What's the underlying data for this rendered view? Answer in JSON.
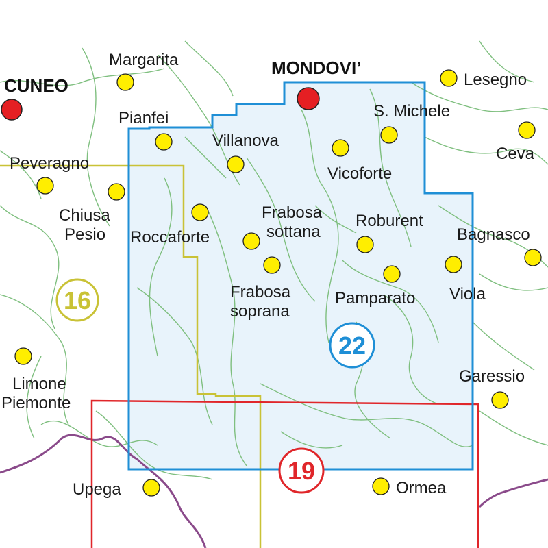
{
  "map": {
    "colors": {
      "background": "#ffffff",
      "terrain": "#e8f3fb",
      "roads": "#7fbf7f",
      "border": "#8a4a8a",
      "sheet_16": "#c9c236",
      "sheet_19": "#e0262a",
      "sheet_22": "#1f8fd6",
      "town_fill": "#ffee00",
      "city_fill": "#e51f23"
    },
    "cities": [
      {
        "id": "cuneo",
        "name": "CUNEO"
      },
      {
        "id": "mondovi",
        "name": "MONDOVI’"
      }
    ],
    "towns": [
      {
        "id": "margarita",
        "name": "Margarita"
      },
      {
        "id": "lesegno",
        "name": "Lesegno"
      },
      {
        "id": "pianfei",
        "name": "Pianfei"
      },
      {
        "id": "villanova",
        "name": "Villanova"
      },
      {
        "id": "s-michele",
        "name": "S. Michele"
      },
      {
        "id": "ceva",
        "name": "Ceva"
      },
      {
        "id": "peveragno",
        "name": "Peveragno"
      },
      {
        "id": "vicoforte",
        "name": "Vicoforte"
      },
      {
        "id": "chiusa-pesio",
        "name": "Chiusa Pesio"
      },
      {
        "id": "roccaforte",
        "name": "Roccaforte"
      },
      {
        "id": "frabosa-sottana",
        "name": "Frabosa sottana"
      },
      {
        "id": "roburent",
        "name": "Roburent"
      },
      {
        "id": "bagnasco",
        "name": "Bagnasco"
      },
      {
        "id": "frabosa-soprana",
        "name": "Frabosa soprana"
      },
      {
        "id": "pamparato",
        "name": "Pamparato"
      },
      {
        "id": "viola",
        "name": "Viola"
      },
      {
        "id": "limone-piemonte",
        "name": "Limone Piemonte"
      },
      {
        "id": "garessio",
        "name": "Garessio"
      },
      {
        "id": "upega",
        "name": "Upega"
      },
      {
        "id": "ormea",
        "name": "Ormea"
      }
    ],
    "sheets": [
      {
        "id": "16",
        "label": "16"
      },
      {
        "id": "22",
        "label": "22"
      },
      {
        "id": "19",
        "label": "19"
      }
    ]
  }
}
